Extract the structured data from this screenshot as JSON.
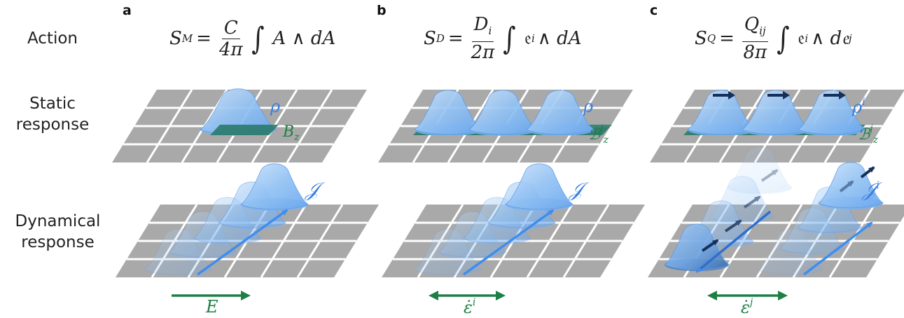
{
  "rows": {
    "action": "Action",
    "static": [
      "Static",
      "response"
    ],
    "dynamical": [
      "Dynamical",
      "response"
    ]
  },
  "panels": [
    {
      "letter": "a",
      "equation": {
        "lhs": "S",
        "lhs_sub": "M",
        "num": "C",
        "den": "4π",
        "body": "A ∧ dA"
      },
      "static_labels": {
        "density": "ρ",
        "field": "B",
        "field_sub": "z"
      },
      "dynamic_labels": {
        "current": "𝒥",
        "drive": "E"
      }
    },
    {
      "letter": "b",
      "equation": {
        "lhs": "S",
        "lhs_sub": "D",
        "num": "D",
        "num_sub": "i",
        "den": "2π",
        "body_pre": "𝔢",
        "body_sup": "i",
        "body_post": "∧ dA"
      },
      "static_labels": {
        "density": "ρ",
        "field": "ℬ",
        "field_sub": "z",
        "field_sup": "j"
      },
      "dynamic_labels": {
        "current": "𝒥",
        "drive": "ε̇",
        "drive_sup": "i"
      }
    },
    {
      "letter": "c",
      "equation": {
        "lhs": "S",
        "lhs_sub": "Q",
        "num": "Q",
        "num_sub": "ij",
        "den": "8π",
        "body_pre": "𝔢",
        "body_sup": "i",
        "body_mid": "∧ d𝔢",
        "body_sup2": "j"
      },
      "static_labels": {
        "density": "ρ",
        "density_sup": "i",
        "field": "ℬ",
        "field_sub": "z",
        "field_sup": "j"
      },
      "dynamic_labels": {
        "current": "𝒥",
        "current_sup": "i",
        "drive": "ε̇",
        "drive_sup": "j"
      }
    }
  ],
  "colors": {
    "grid": "#a9a9a9",
    "grid_lines": "#ffffff",
    "bump": "#8fc0f5",
    "bump_edge": "#5b9be8",
    "band": "#2a7a6a",
    "arrow_blue": "#3d8ef0",
    "arrow_green": "#1e7f45",
    "label_blue": "#3b7fe0",
    "label_green": "#1e7f45"
  }
}
